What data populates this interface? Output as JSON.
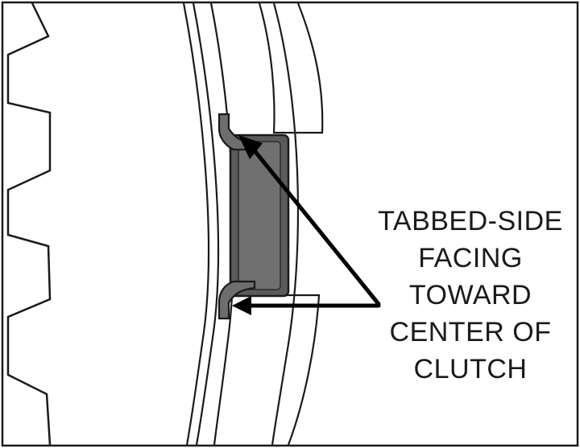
{
  "callout": {
    "lines": [
      "TABBED-SIDE",
      "FACING",
      "TOWARD",
      "CENTER OF",
      "CLUTCH"
    ]
  },
  "colors": {
    "outline": "#1a1a1a",
    "part_fill": "#6e6e6e",
    "part_shadow": "#4a4a4a",
    "background": "#ffffff"
  }
}
